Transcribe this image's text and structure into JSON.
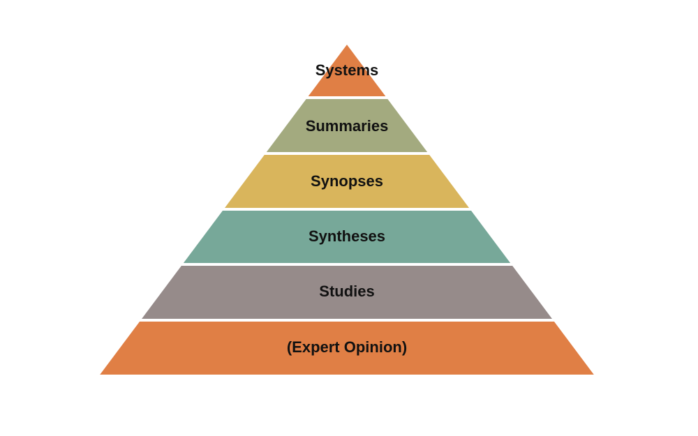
{
  "pyramid": {
    "layers": [
      {
        "label": "Systems",
        "color": "#E07F45"
      },
      {
        "label": "Summaries",
        "color": "#A3AA7F"
      },
      {
        "label": "Synopses",
        "color": "#D9B55C"
      },
      {
        "label": "Syntheses",
        "color": "#77A899"
      },
      {
        "label": "Studies",
        "color": "#968B8A"
      },
      {
        "label": "(Expert Opinion)",
        "color": "#E07F45"
      }
    ]
  }
}
